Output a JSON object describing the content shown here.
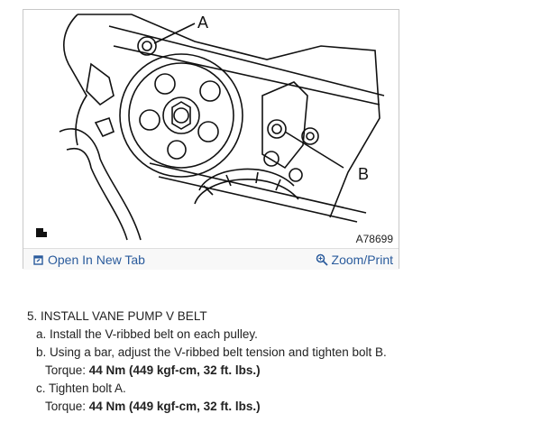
{
  "figure": {
    "callout_a": "A",
    "callout_b": "B",
    "figure_id": "A78699",
    "open_tab_label": "Open In New Tab",
    "zoom_label": "Zoom/Print",
    "open_tab_icon": "external-link-icon",
    "zoom_icon": "magnifier-icon"
  },
  "steps": {
    "title": "5. INSTALL VANE PUMP V BELT",
    "a": "a. Install the V-ribbed belt on each pulley.",
    "b": "b. Using a bar, adjust the V-ribbed belt tension and tighten bolt B.",
    "torque_b_label": "Torque: ",
    "torque_b_value": "44 Nm (449 kgf-cm, 32 ft. lbs.)",
    "c": "c. Tighten bolt A.",
    "torque_c_label": "Torque: ",
    "torque_c_value": "44 Nm (449 kgf-cm, 32 ft. lbs.)"
  },
  "colors": {
    "link": "#2a5b9c"
  }
}
